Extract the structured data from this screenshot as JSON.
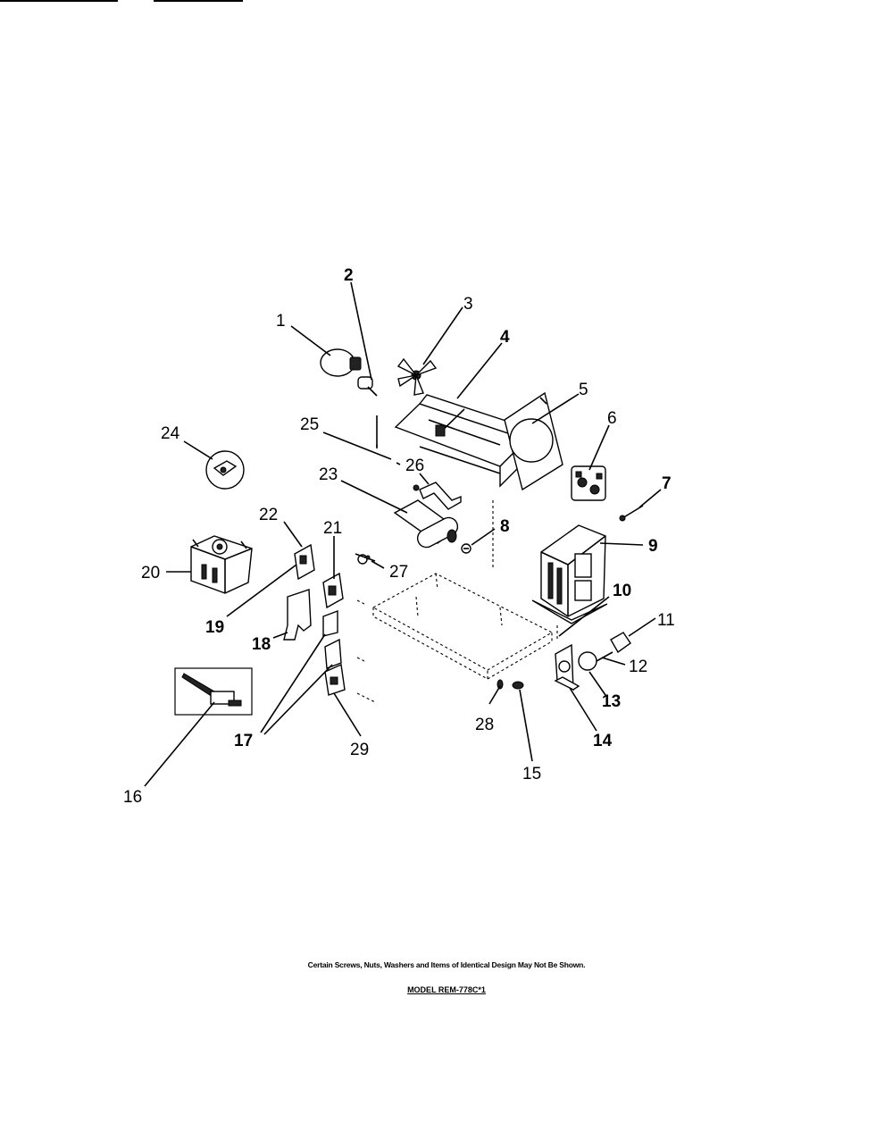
{
  "diagram": {
    "callouts": [
      {
        "id": "1",
        "label": "1"
      },
      {
        "id": "2",
        "label": "2"
      },
      {
        "id": "3",
        "label": "3"
      },
      {
        "id": "4",
        "label": "4"
      },
      {
        "id": "5",
        "label": "5"
      },
      {
        "id": "6",
        "label": "6"
      },
      {
        "id": "7",
        "label": "7"
      },
      {
        "id": "8",
        "label": "8"
      },
      {
        "id": "9",
        "label": "9"
      },
      {
        "id": "10",
        "label": "10"
      },
      {
        "id": "11",
        "label": "11"
      },
      {
        "id": "12",
        "label": "12"
      },
      {
        "id": "13",
        "label": "13"
      },
      {
        "id": "14",
        "label": "14"
      },
      {
        "id": "15",
        "label": "15"
      },
      {
        "id": "16",
        "label": "16"
      },
      {
        "id": "17",
        "label": "17"
      },
      {
        "id": "18",
        "label": "18"
      },
      {
        "id": "19",
        "label": "19"
      },
      {
        "id": "20",
        "label": "20"
      },
      {
        "id": "21",
        "label": "21"
      },
      {
        "id": "22",
        "label": "22"
      },
      {
        "id": "23",
        "label": "23"
      },
      {
        "id": "24",
        "label": "24"
      },
      {
        "id": "25",
        "label": "25"
      },
      {
        "id": "26",
        "label": "26"
      },
      {
        "id": "27",
        "label": "27"
      },
      {
        "id": "28",
        "label": "28"
      },
      {
        "id": "29",
        "label": "29"
      }
    ]
  },
  "footer": {
    "disclaimer": "Certain Screws, Nuts, Washers and Items of Identical Design May Not Be Shown.",
    "model": "MODEL REM-778C*1"
  }
}
